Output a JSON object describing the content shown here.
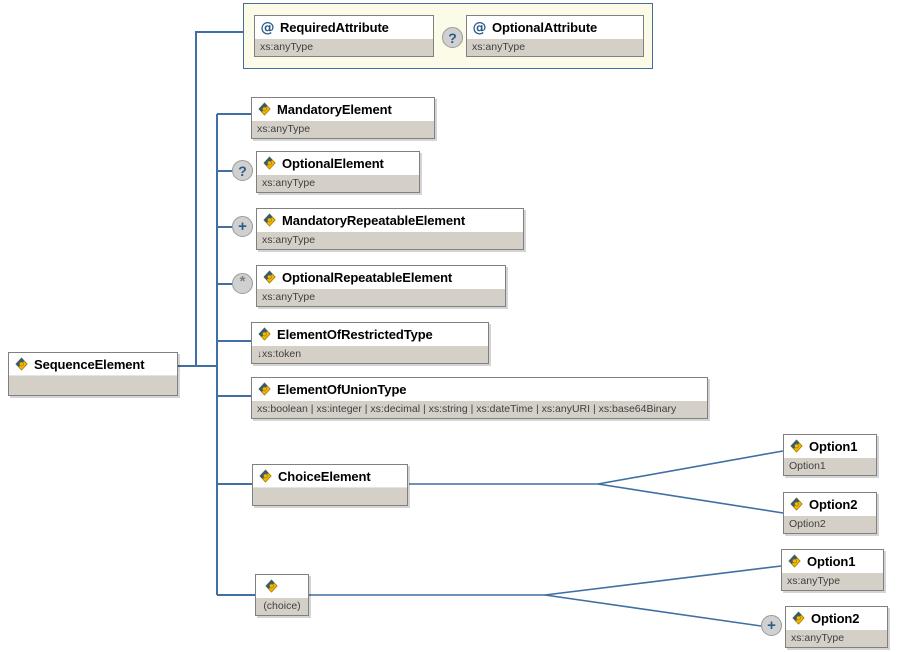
{
  "diagram": {
    "kind": "xml-schema-element-tree",
    "colors": {
      "connector": "#3f6fa3",
      "attribute_container_bg": "#fbfbe8",
      "attribute_container_border": "#3f6fa3",
      "node_border": "#808080",
      "type_row_bg": "#d4d0c8",
      "badge_bg": "#d0d0d0",
      "element_icon": "#f5b800",
      "attribute_icon": "#2b5b86"
    },
    "root": {
      "name": "SequenceElement",
      "type": "",
      "icon": "element-icon"
    },
    "attribute_group": {
      "attributes": [
        {
          "name": "RequiredAttribute",
          "type": "xs:anyType",
          "icon": "at-icon",
          "cardinality": ""
        },
        {
          "name": "OptionalAttribute",
          "type": "xs:anyType",
          "icon": "at-icon",
          "cardinality": "?"
        }
      ]
    },
    "elements": [
      {
        "name": "MandatoryElement",
        "type": "xs:anyType",
        "icon": "element-icon",
        "cardinality": ""
      },
      {
        "name": "OptionalElement",
        "type": "xs:anyType",
        "icon": "element-icon",
        "cardinality": "?"
      },
      {
        "name": "MandatoryRepeatableElement",
        "type": "xs:anyType",
        "icon": "element-icon",
        "cardinality": "+"
      },
      {
        "name": "OptionalRepeatableElement",
        "type": "xs:anyType",
        "icon": "element-icon",
        "cardinality": "*"
      },
      {
        "name": "ElementOfRestrictedType",
        "type": "xs:token",
        "icon": "element-icon",
        "cardinality": "",
        "type_prefix": "restriction-arrow"
      },
      {
        "name": "ElementOfUnionType",
        "type": "xs:boolean | xs:integer | xs:decimal | xs:string | xs:dateTime | xs:anyURI | xs:base64Binary",
        "icon": "element-icon",
        "cardinality": ""
      },
      {
        "name": "ChoiceElement",
        "type": "",
        "icon": "element-icon",
        "cardinality": ""
      },
      {
        "name": "",
        "type": "(choice)",
        "icon": "element-icon",
        "cardinality": "",
        "anonymous": true
      }
    ],
    "choice_element_options": [
      {
        "name": "Option1",
        "type": "Option1",
        "icon": "element-icon",
        "cardinality": ""
      },
      {
        "name": "Option2",
        "type": "Option2",
        "icon": "element-icon",
        "cardinality": ""
      }
    ],
    "anonymous_choice_options": [
      {
        "name": "Option1",
        "type": "xs:anyType",
        "icon": "element-icon",
        "cardinality": ""
      },
      {
        "name": "Option2",
        "type": "xs:anyType",
        "icon": "element-icon",
        "cardinality": "+"
      }
    ]
  }
}
